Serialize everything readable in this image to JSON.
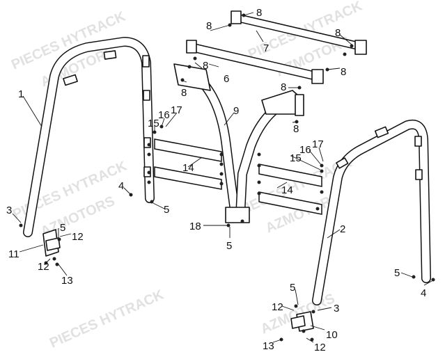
{
  "watermarks": [
    {
      "id": "wm-1",
      "text": "PIECES HYTRACK"
    },
    {
      "id": "wm-2",
      "text": "AZMOTORS"
    },
    {
      "id": "wm-3",
      "text": "PIECES HYTRACK"
    },
    {
      "id": "wm-4",
      "text": "AZMOTORS"
    },
    {
      "id": "wm-5",
      "text": "PIECES HYTRACK"
    },
    {
      "id": "wm-6",
      "text": "AZMOTORS"
    },
    {
      "id": "wm-7",
      "text": "PIECES HYTRACK"
    },
    {
      "id": "wm-8",
      "text": "AZMOTORS"
    },
    {
      "id": "wm-9",
      "text": "PIECES HYTRACK"
    },
    {
      "id": "wm-10",
      "text": "AZMOTORS"
    }
  ],
  "callouts": [
    {
      "id": "c-1",
      "text": "1"
    },
    {
      "id": "c-2",
      "text": "2"
    },
    {
      "id": "c-3a",
      "text": "3"
    },
    {
      "id": "c-3b",
      "text": "3"
    },
    {
      "id": "c-4a",
      "text": "4"
    },
    {
      "id": "c-4b",
      "text": "4"
    },
    {
      "id": "c-5a",
      "text": "5"
    },
    {
      "id": "c-5b",
      "text": "5"
    },
    {
      "id": "c-5c",
      "text": "5"
    },
    {
      "id": "c-5d",
      "text": "5"
    },
    {
      "id": "c-5e",
      "text": "5"
    },
    {
      "id": "c-6",
      "text": "6"
    },
    {
      "id": "c-7",
      "text": "7"
    },
    {
      "id": "c-8a",
      "text": "8"
    },
    {
      "id": "c-8b",
      "text": "8"
    },
    {
      "id": "c-8c",
      "text": "8"
    },
    {
      "id": "c-8d",
      "text": "8"
    },
    {
      "id": "c-8e",
      "text": "8"
    },
    {
      "id": "c-8f",
      "text": "8"
    },
    {
      "id": "c-8g",
      "text": "8"
    },
    {
      "id": "c-8h",
      "text": "8"
    },
    {
      "id": "c-9",
      "text": "9"
    },
    {
      "id": "c-10",
      "text": "10"
    },
    {
      "id": "c-11",
      "text": "11"
    },
    {
      "id": "c-12a",
      "text": "12"
    },
    {
      "id": "c-12b",
      "text": "12"
    },
    {
      "id": "c-12c",
      "text": "12"
    },
    {
      "id": "c-12d",
      "text": "12"
    },
    {
      "id": "c-13a",
      "text": "13"
    },
    {
      "id": "c-13b",
      "text": "13"
    },
    {
      "id": "c-14a",
      "text": "14"
    },
    {
      "id": "c-14b",
      "text": "14"
    },
    {
      "id": "c-15a",
      "text": "15"
    },
    {
      "id": "c-15b",
      "text": "15"
    },
    {
      "id": "c-16a",
      "text": "16"
    },
    {
      "id": "c-16b",
      "text": "16"
    },
    {
      "id": "c-17a",
      "text": "17"
    },
    {
      "id": "c-17b",
      "text": "17"
    },
    {
      "id": "c-18",
      "text": "18"
    }
  ]
}
